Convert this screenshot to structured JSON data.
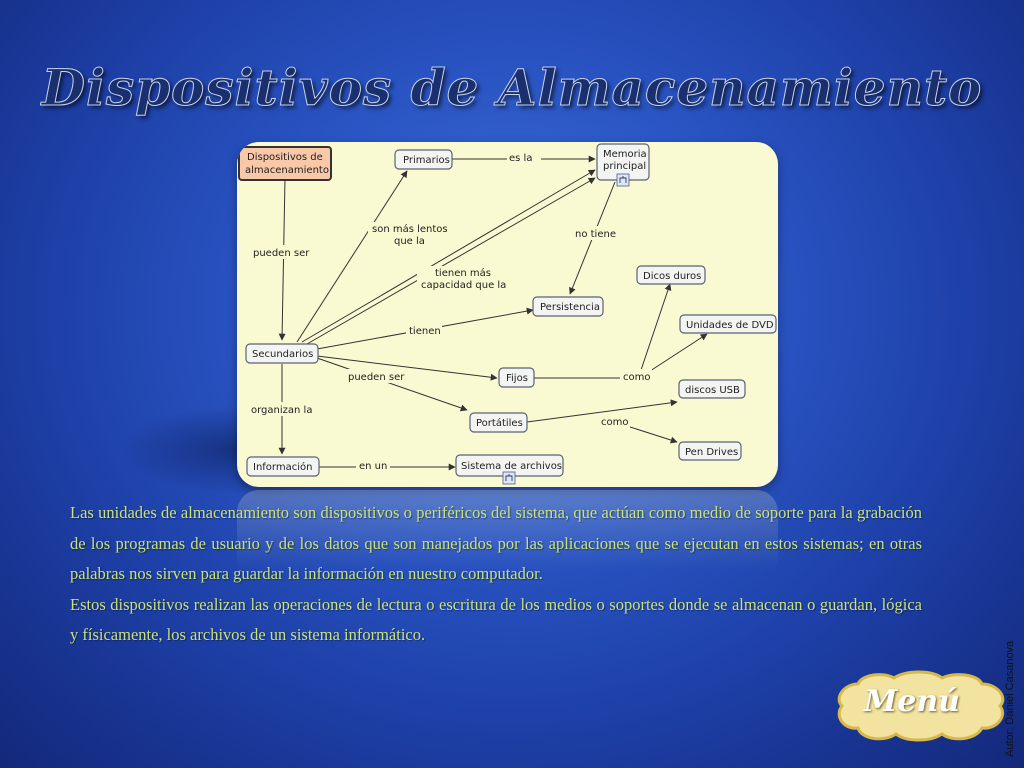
{
  "title": "Dispositivos de Almacenamiento",
  "concept_map": {
    "nodes": {
      "root": "Dispositivos de almacenamiento",
      "root_line1": "Dispositivos de",
      "root_line2": "almacenamiento",
      "primarios": "Primarios",
      "memoria_line1": "Memoria",
      "memoria_line2": "principal",
      "persistencia": "Persistencia",
      "dicos_duros": "Dicos duros",
      "unidades_dvd": "Unidades de DVD",
      "secundarios": "Secundarios",
      "fijos": "Fijos",
      "discos_usb": "discos USB",
      "portatiles": "Portátiles",
      "pen_drives": "Pen Drives",
      "informacion": "Información",
      "sistema_archivos": "Sistema de archivos"
    },
    "links": {
      "es_la": "es la",
      "pueden_ser_1": "pueden ser",
      "mas_lentos_line1": "son más lentos",
      "mas_lentos_line2": "que la",
      "no_tiene": "no tiene",
      "mas_capacidad_line1": "tienen más",
      "mas_capacidad_line2": "capacidad que la",
      "tienen": "tienen",
      "pueden_ser_2": "pueden ser",
      "como_1": "como",
      "como_2": "como",
      "organizan_la": "organizan la",
      "en_un": "en un"
    }
  },
  "body": {
    "paragraph1": "Las unidades de almacenamiento son dispositivos o periféricos del sistema, que actúan como medio de soporte para la grabación de los programas de usuario y de los datos que son manejados por las aplicaciones que se ejecutan en estos sistemas; en otras palabras nos sirven para guardar la información en nuestro computador.",
    "paragraph2": "Estos dispositivos realizan las operaciones de lectura o escritura de los medios o soportes donde se almacenan o guardan, lógica y físicamente, los archivos de un sistema informático."
  },
  "author": "Autor: Daniel Casanova",
  "menu_label": "Menú",
  "colors": {
    "background": "#2a55c4",
    "panel": "#fafad2",
    "body_text": "#c8e27a",
    "menu_fill": "#f2e3a0",
    "root_node": "#f8c8a8"
  }
}
